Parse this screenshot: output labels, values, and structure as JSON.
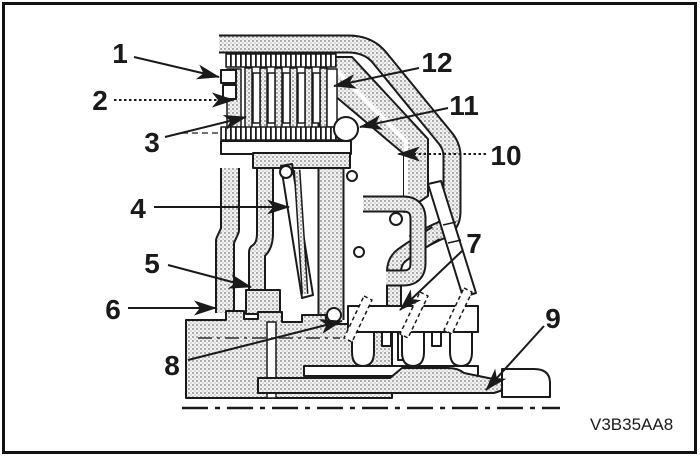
{
  "figure": {
    "code": "V3B35AA8",
    "callouts": [
      {
        "label": "1"
      },
      {
        "label": "2"
      },
      {
        "label": "3"
      },
      {
        "label": "4"
      },
      {
        "label": "5"
      },
      {
        "label": "6"
      },
      {
        "label": "7"
      },
      {
        "label": "8"
      },
      {
        "label": "9"
      },
      {
        "label": "10"
      },
      {
        "label": "11"
      },
      {
        "label": "12"
      }
    ],
    "colors": {
      "line": "#1a1a1a",
      "background": "#ffffff",
      "stipple": "#8f8f8f"
    }
  }
}
